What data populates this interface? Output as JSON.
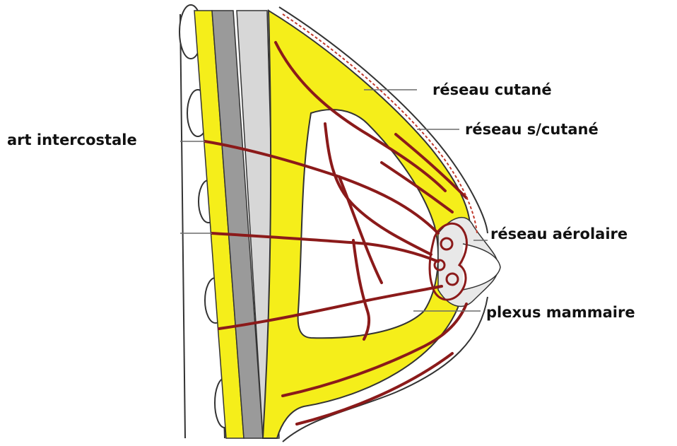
{
  "labels": {
    "reseau_cutane": "réseau cutané",
    "reseau_sous_cutane": "réseau s/cutané",
    "art_intercostale": "art intercostale",
    "reseau_aerolaire": "réseau aérolaire",
    "plexus_mammaire": "plexus mammaire"
  },
  "colors": {
    "fat": "#f5ee1a",
    "vessel": "#8b1a1a",
    "vessel_highlight": "#c0392b",
    "muscle": "#9a9a9a",
    "outline": "#333333",
    "leader_line": "#6b6b6b",
    "label_text": "#111111"
  }
}
